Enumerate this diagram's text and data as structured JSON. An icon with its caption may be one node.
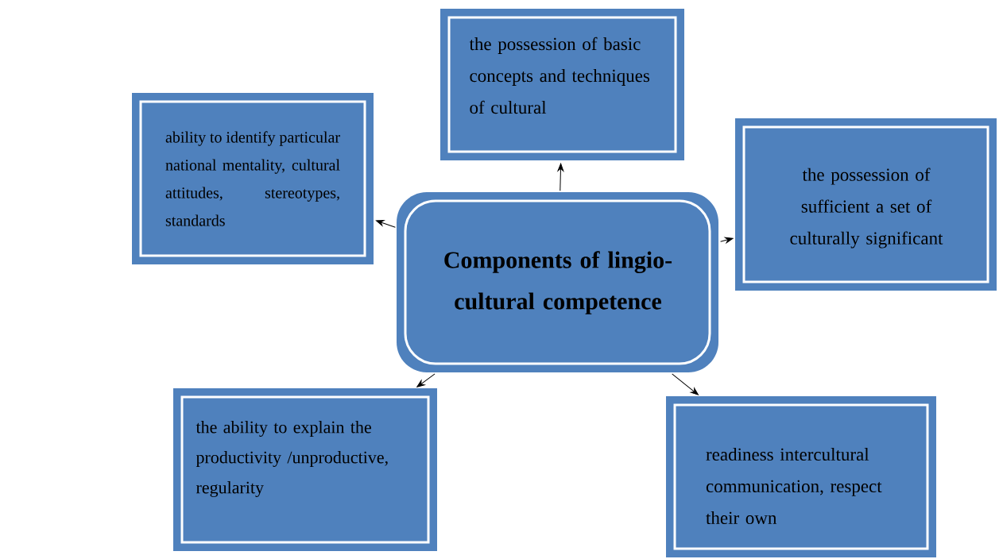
{
  "diagram": {
    "nodes": [
      {
        "text": [
          "Components of lingio-cultural competence"
        ]
      },
      {
        "text": [
          "the possession of basic concepts and techniques of cultural"
        ]
      },
      {
        "text": [
          "ability to identify particular national mentality, cultural attitudes, stereotypes, standards"
        ]
      },
      {
        "text": [
          "the possession of sufficient a set of culturally significant"
        ]
      },
      {
        "text": [
          "the ability to explain the productivity /unproductive, regularity"
        ]
      },
      {
        "text": [
          "readiness intercultural communication, respect their own"
        ]
      }
    ],
    "edges": [
      {
        "from": 0,
        "to": 1,
        "arrow": "to"
      },
      {
        "from": 0,
        "to": 2,
        "arrow": "to"
      },
      {
        "from": 0,
        "to": 3,
        "arrow": "to"
      },
      {
        "from": 0,
        "to": 4,
        "arrow": "to"
      },
      {
        "from": 0,
        "to": 5,
        "arrow": "to"
      }
    ]
  }
}
